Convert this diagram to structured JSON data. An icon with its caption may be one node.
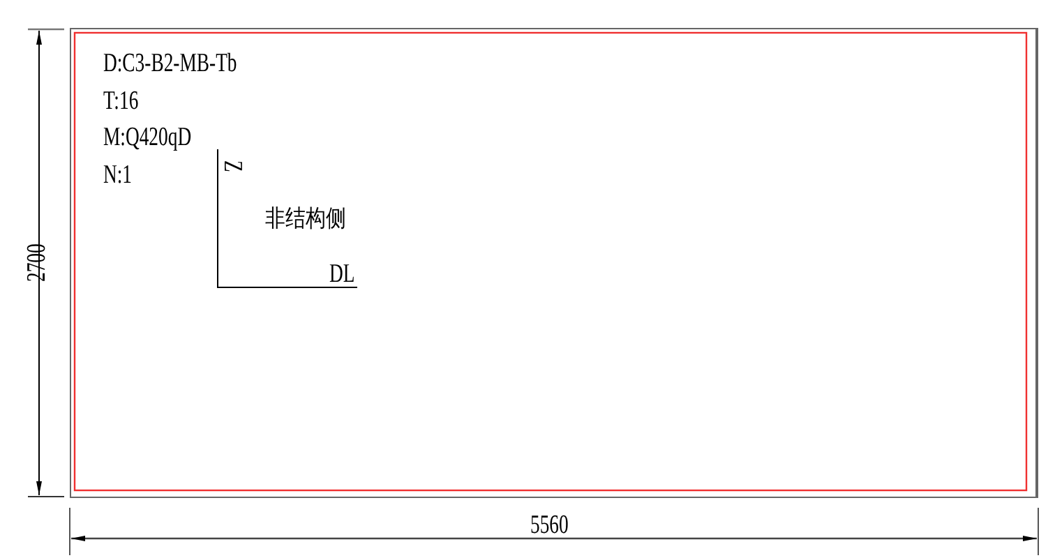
{
  "diagram": {
    "nodes": [
      {
        "text": [
          "D:C3-B2-MB-Tb",
          "T:16",
          "M:Q420qD",
          "N:1"
        ]
      }
    ],
    "labels": [
      "Z",
      "非结构侧",
      "DL",
      "2700",
      "5560"
    ]
  }
}
